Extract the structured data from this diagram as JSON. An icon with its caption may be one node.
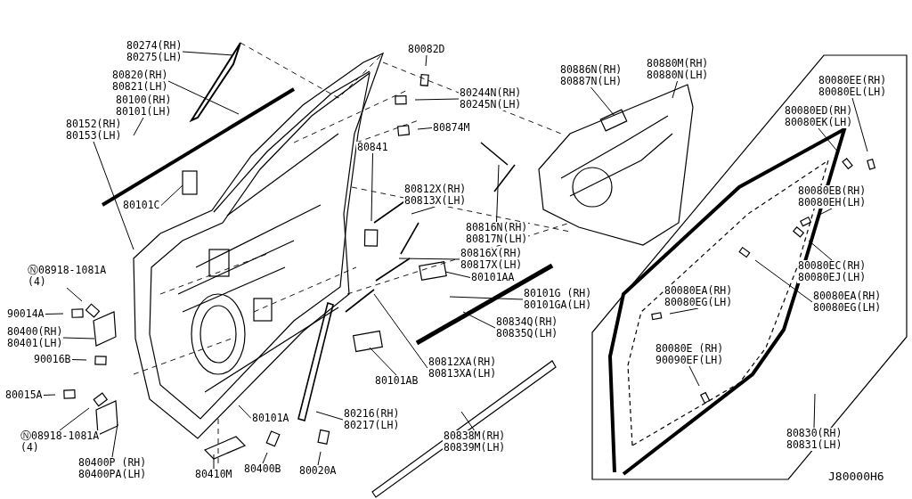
{
  "diagram": {
    "nodes": [
      {
        "text": [
          "80274(RH)",
          "80275(LH)"
        ]
      },
      {
        "text": [
          "80820(RH)",
          "80821(LH)"
        ]
      },
      {
        "text": [
          "80100(RH)",
          "80101(LH)"
        ]
      },
      {
        "text": [
          "80152(RH)",
          "80153(LH)"
        ]
      },
      {
        "text": [
          "80101C"
        ]
      },
      {
        "text": [
          "Ⓝ08918-1081A",
          "(4)"
        ]
      },
      {
        "text": [
          "90014A"
        ]
      },
      {
        "text": [
          "80400(RH)",
          "80401(LH)"
        ]
      },
      {
        "text": [
          "90016B"
        ]
      },
      {
        "text": [
          "80015A"
        ]
      },
      {
        "text": [
          "Ⓝ08918-1081A",
          "(4)"
        ]
      },
      {
        "text": [
          "80400P (RH)",
          "80400PA(LH)"
        ]
      },
      {
        "text": [
          "80410M"
        ]
      },
      {
        "text": [
          "80400B"
        ]
      },
      {
        "text": [
          "80101A"
        ]
      },
      {
        "text": [
          "80020A"
        ]
      },
      {
        "text": [
          "80216(RH)",
          "80217(LH)"
        ]
      },
      {
        "text": [
          "80082D"
        ]
      },
      {
        "text": [
          "80244N(RH)",
          "80245N(LH)"
        ]
      },
      {
        "text": [
          "80874M"
        ]
      },
      {
        "text": [
          "80841"
        ]
      },
      {
        "text": [
          "80812X(RH)",
          "80813X(LH)"
        ]
      },
      {
        "text": [
          "80816N(RH)",
          "80817N(LH)"
        ]
      },
      {
        "text": [
          "80816X(RH)",
          "80817X(LH)"
        ]
      },
      {
        "text": [
          "80101AA"
        ]
      },
      {
        "text": [
          "80101G (RH)",
          "80101GA(LH)"
        ]
      },
      {
        "text": [
          "80834Q(RH)",
          "80835Q(LH)"
        ]
      },
      {
        "text": [
          "80812XA(RH)",
          "80813XA(LH)"
        ]
      },
      {
        "text": [
          "80101AB"
        ]
      },
      {
        "text": [
          "80838M(RH)",
          "80839M(LH)"
        ]
      },
      {
        "text": [
          "80886N(RH)",
          "80887N(LH)"
        ]
      },
      {
        "text": [
          "80880M(RH)",
          "80880N(LH)"
        ]
      },
      {
        "text": [
          "80080EE(RH)",
          "80080EL(LH)"
        ]
      },
      {
        "text": [
          "80080ED(RH)",
          "80080EK(LH)"
        ]
      },
      {
        "text": [
          "80080EB(RH)",
          "80080EH(LH)"
        ]
      },
      {
        "text": [
          "80080EC(RH)",
          "80080EJ(LH)"
        ]
      },
      {
        "text": [
          "80080EA(RH)",
          "80080EG(LH)"
        ]
      },
      {
        "text": [
          "80080EA(RH)",
          "80080EG(LH)"
        ]
      },
      {
        "text": [
          "80080E (RH)",
          "90090EF(LH)"
        ]
      },
      {
        "text": [
          "80830(RH)",
          "80831(LH)"
        ]
      }
    ],
    "edges": [
      {
        "from": 0,
        "to": null,
        "arrow": "none"
      },
      {
        "from": 1,
        "to": null,
        "arrow": "none"
      },
      {
        "from": 2,
        "to": null,
        "arrow": "none"
      },
      {
        "from": 3,
        "to": null,
        "arrow": "none"
      },
      {
        "from": 4,
        "to": null,
        "arrow": "none"
      },
      {
        "from": 5,
        "to": null,
        "arrow": "none"
      },
      {
        "from": 6,
        "to": null,
        "arrow": "none"
      },
      {
        "from": 7,
        "to": null,
        "arrow": "none"
      },
      {
        "from": 8,
        "to": null,
        "arrow": "none"
      },
      {
        "from": 9,
        "to": null,
        "arrow": "none"
      },
      {
        "from": 10,
        "to": null,
        "arrow": "none"
      },
      {
        "from": 11,
        "to": null,
        "arrow": "none"
      },
      {
        "from": 12,
        "to": null,
        "arrow": "none"
      },
      {
        "from": 13,
        "to": null,
        "arrow": "none"
      },
      {
        "from": 14,
        "to": null,
        "arrow": "none"
      },
      {
        "from": 15,
        "to": null,
        "arrow": "none"
      },
      {
        "from": 16,
        "to": null,
        "arrow": "none"
      },
      {
        "from": 17,
        "to": null,
        "arrow": "none"
      },
      {
        "from": 18,
        "to": null,
        "arrow": "none"
      },
      {
        "from": 19,
        "to": null,
        "arrow": "none"
      },
      {
        "from": 20,
        "to": null,
        "arrow": "none"
      },
      {
        "from": 21,
        "to": null,
        "arrow": "none"
      },
      {
        "from": 22,
        "to": null,
        "arrow": "none"
      },
      {
        "from": 23,
        "to": null,
        "arrow": "none"
      },
      {
        "from": 24,
        "to": null,
        "arrow": "none"
      },
      {
        "from": 25,
        "to": null,
        "arrow": "none"
      },
      {
        "from": 26,
        "to": null,
        "arrow": "none"
      },
      {
        "from": 27,
        "to": null,
        "arrow": "none"
      },
      {
        "from": 28,
        "to": null,
        "arrow": "none"
      },
      {
        "from": 29,
        "to": null,
        "arrow": "none"
      },
      {
        "from": 30,
        "to": null,
        "arrow": "none"
      },
      {
        "from": 31,
        "to": null,
        "arrow": "none"
      },
      {
        "from": 32,
        "to": null,
        "arrow": "none"
      },
      {
        "from": 33,
        "to": null,
        "arrow": "none"
      },
      {
        "from": 34,
        "to": null,
        "arrow": "none"
      },
      {
        "from": 35,
        "to": null,
        "arrow": "none"
      },
      {
        "from": 36,
        "to": null,
        "arrow": "none"
      },
      {
        "from": 37,
        "to": null,
        "arrow": "none"
      },
      {
        "from": 38,
        "to": null,
        "arrow": "none"
      },
      {
        "from": 39,
        "to": null,
        "arrow": "none"
      }
    ],
    "labels": [
      "J80000H6"
    ]
  }
}
